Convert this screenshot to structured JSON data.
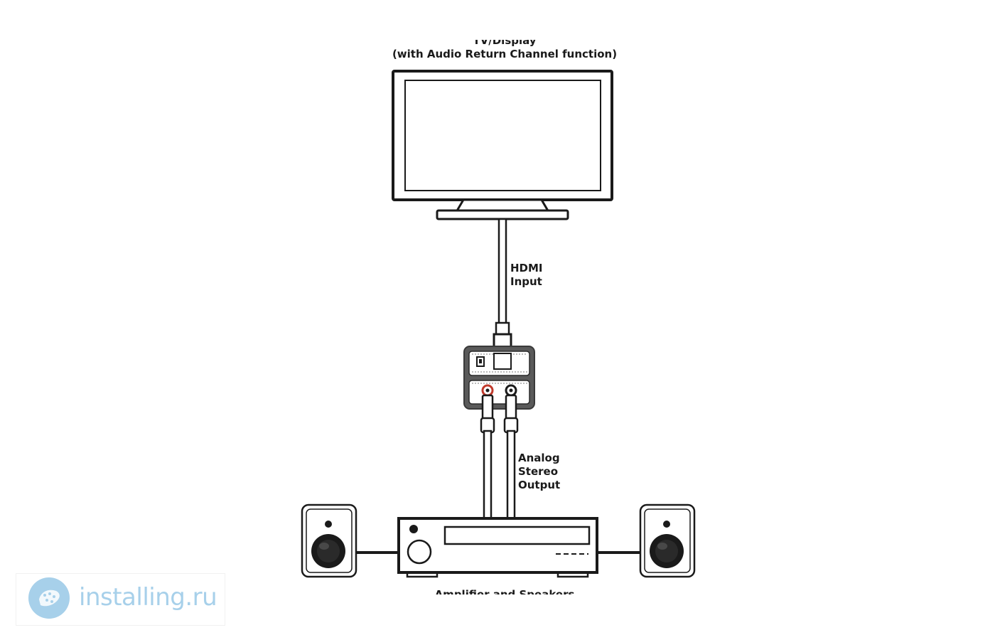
{
  "diagram": {
    "tv": {
      "title_line1": "TV/Display",
      "title_line2": "(with Audio Return Channel  function)"
    },
    "hdmi_label": [
      "HDMI",
      "Input"
    ],
    "analog_label": [
      "Analog",
      "Stereo",
      "Output"
    ],
    "amplifier": {
      "title": "Amplifier and Speakers"
    }
  },
  "watermark": {
    "text": "installing.ru",
    "color": "#a7d0ea"
  },
  "colors": {
    "stroke": "#1a1a1a",
    "fill": "#ffffff",
    "converter_body": "#5a5a5a",
    "rca_red": "#c0392b"
  }
}
